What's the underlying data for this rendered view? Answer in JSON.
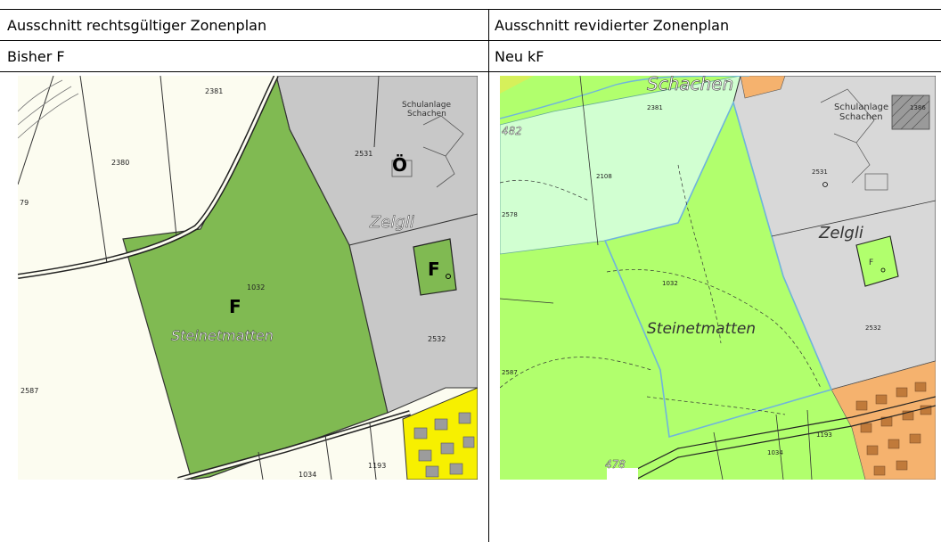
{
  "table": {
    "header_left": "Ausschnitt rechtsgültiger Zonenplan",
    "header_right": "Ausschnitt revidierter Zonenplan",
    "status_left": "Bisher F",
    "status_right": "Neu kF"
  },
  "map_left": {
    "parcels": [
      "2381",
      "2380",
      "79",
      "2531",
      "1032",
      "2532",
      "2587",
      "1193",
      "1034"
    ],
    "zone_letter_main": "F",
    "zone_letter_school": "Ö",
    "zone_letter_small": "F",
    "place_steinetmatten": "Steinetmatten",
    "place_zelgli": "Zelgli",
    "school_line1": "Schulanlage",
    "school_line2": "Schachen"
  },
  "map_right": {
    "place_schachen": "Schachen",
    "parcels": [
      "2381",
      "2108",
      "2578",
      "1032",
      "2531",
      "2532",
      "2587",
      "1193",
      "1034",
      "478",
      "1386"
    ],
    "road_482": "482",
    "road_478": "478",
    "zone_small": "F",
    "place_steinetmatten": "Steinetmatten",
    "place_zelgli": "Zelgli",
    "school_line1": "Schulanlage",
    "school_line2": "Schachen"
  },
  "colors": {
    "zone_f_old": "#80ba52",
    "zone_oe_old": "#c8c8c8",
    "agri_old": "#fcfcf0",
    "residential": "#f7f000",
    "zone_kf_new": "#b1ff6d",
    "zone_light_new": "#d1ffd1",
    "zone_grey_new": "#d8d8d8",
    "residential_new": "#f5b26e"
  }
}
